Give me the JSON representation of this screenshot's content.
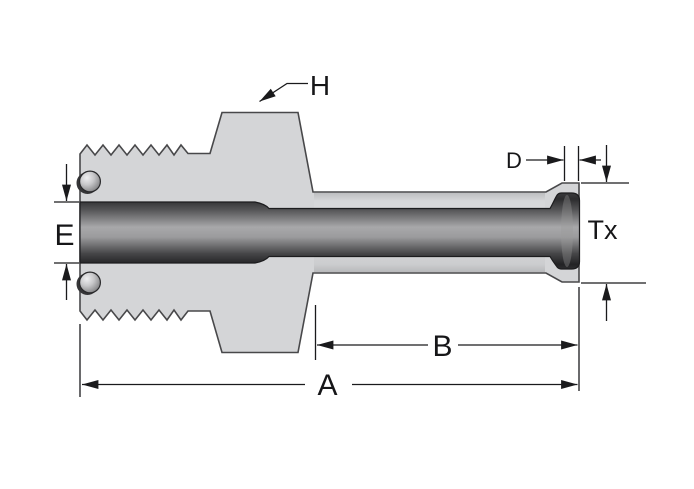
{
  "diagram": {
    "type": "technical-drawing",
    "subject": "male threaded tube fitting, side section view",
    "labels": {
      "hex": "H",
      "flange_land": "D",
      "thread_bore": "E",
      "tube_height": "Tx",
      "stub_length": "B",
      "overall_length": "A"
    },
    "colors": {
      "background": "#ffffff",
      "body_fill": "#d4d5d7",
      "outline": "#48484a",
      "bore_dark": "#2c2c2e",
      "dimension_line": "#1a1a1c"
    }
  }
}
